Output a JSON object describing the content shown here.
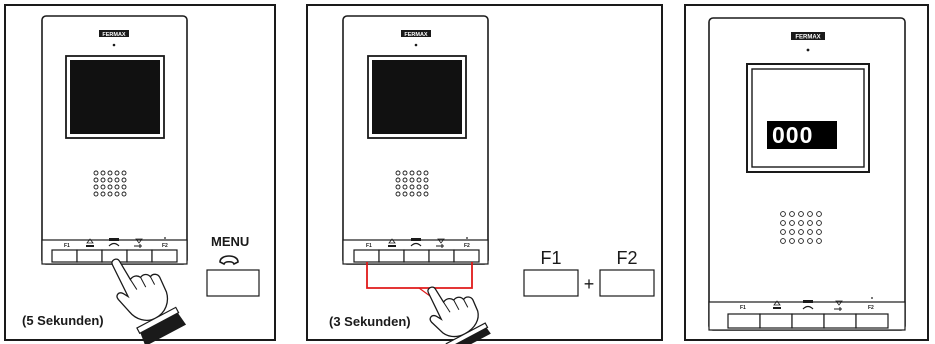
{
  "brand": "FERMAX",
  "panel1": {
    "menu_label": "MENU",
    "duration_label": "(5 Sekunden)",
    "handset_icon": "handset-icon",
    "button_glyphs": [
      "F1",
      "up-triangle",
      "handset",
      "down-triangle",
      "F2"
    ]
  },
  "panel2": {
    "f1_label": "F1",
    "f2_label": "F2",
    "plus_label": "+",
    "duration_label": "(3 Sekunden)",
    "highlight_color": "#e01a1a"
  },
  "panel3": {
    "display_value": "000"
  },
  "colors": {
    "line": "#1a1a1a",
    "screen_fill": "#111111",
    "display_bg": "#000000",
    "display_text": "#ffffff"
  }
}
